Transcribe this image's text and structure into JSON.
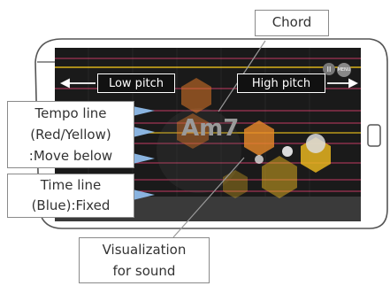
{
  "callouts": {
    "chord": "Chord",
    "tempo_line": [
      "Tempo line",
      "(Red/Yellow)",
      ":Move below"
    ],
    "time_line": [
      "Time line",
      "(Blue):Fixed"
    ],
    "visualization": [
      "Visualization",
      "for sound"
    ]
  },
  "screen": {
    "low_pitch": "Low pitch",
    "high_pitch": "High  pitch",
    "chord_name": "Am7",
    "menu_label": "MENU",
    "pause_label": "II"
  },
  "colors": {
    "screen_bg": "#1a1a1a",
    "tempo_red": "#e0406e",
    "tempo_yellow": "#d9b21a",
    "time_blue": "#8ab4e0",
    "hexagon_orange": "#e98a2a",
    "hexagon_yellow": "#e7b520"
  }
}
